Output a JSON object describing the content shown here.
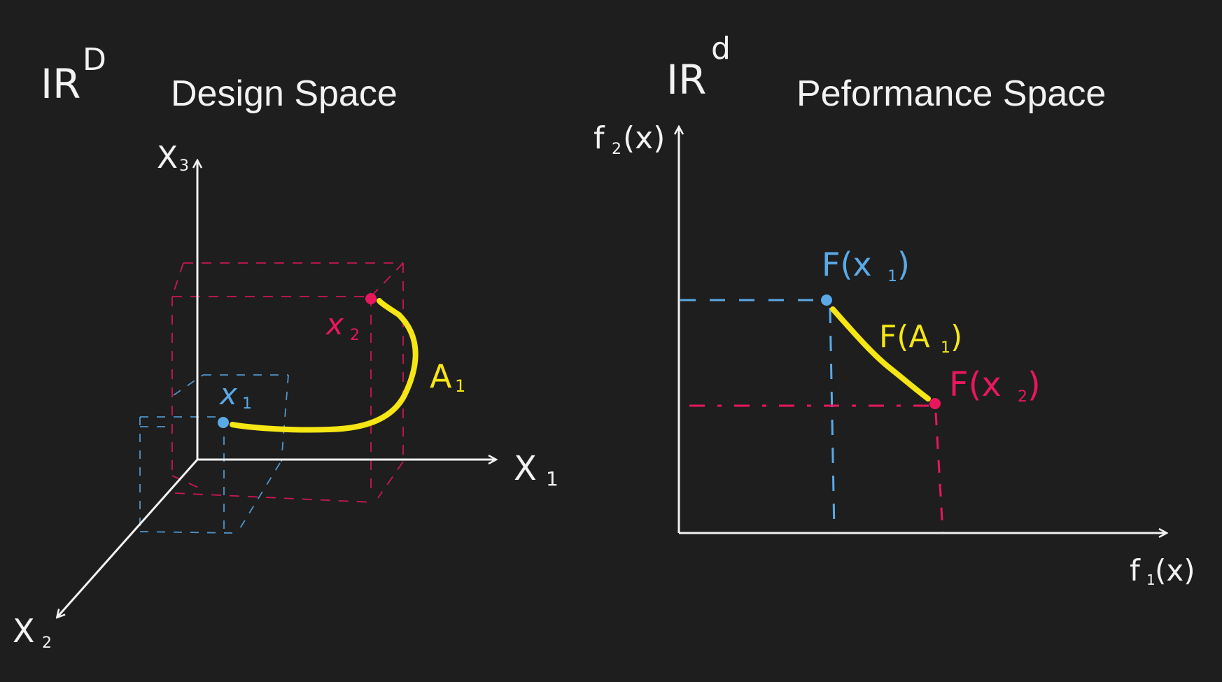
{
  "design": {
    "title": "Design Space",
    "space_label": "IR",
    "space_sup": "D",
    "axis_x1": "X",
    "axis_x1_sub": "1",
    "axis_x2": "X",
    "axis_x2_sub": "2",
    "axis_x3": "X",
    "axis_x3_sub": "3",
    "point_x1": "x",
    "point_x1_sub": "1",
    "point_x2": "x",
    "point_x2_sub": "2",
    "curve_label": "A",
    "curve_sub": "1"
  },
  "performance": {
    "title": "Peformance Space",
    "space_label": "IR",
    "space_sup": "d",
    "axis_y": "f",
    "axis_y_sub": "2",
    "axis_y_arg": "(x)",
    "axis_x": "f",
    "axis_x_sub": "1",
    "axis_x_arg": "(x)",
    "label_fx1": "F(x",
    "label_fx1_sub": "1",
    "label_fx1_close": ")",
    "label_fa1": "F(A",
    "label_fa1_sub": "1",
    "label_fa1_close": ")",
    "label_fx2": "F(x",
    "label_fx2_sub": "2",
    "label_fx2_close": ")"
  },
  "colors": {
    "background": "#1e1e1e",
    "white": "#f2f2f2",
    "blue": "#5aa9e6",
    "pink": "#e8175d",
    "yellow": "#f5e614"
  }
}
